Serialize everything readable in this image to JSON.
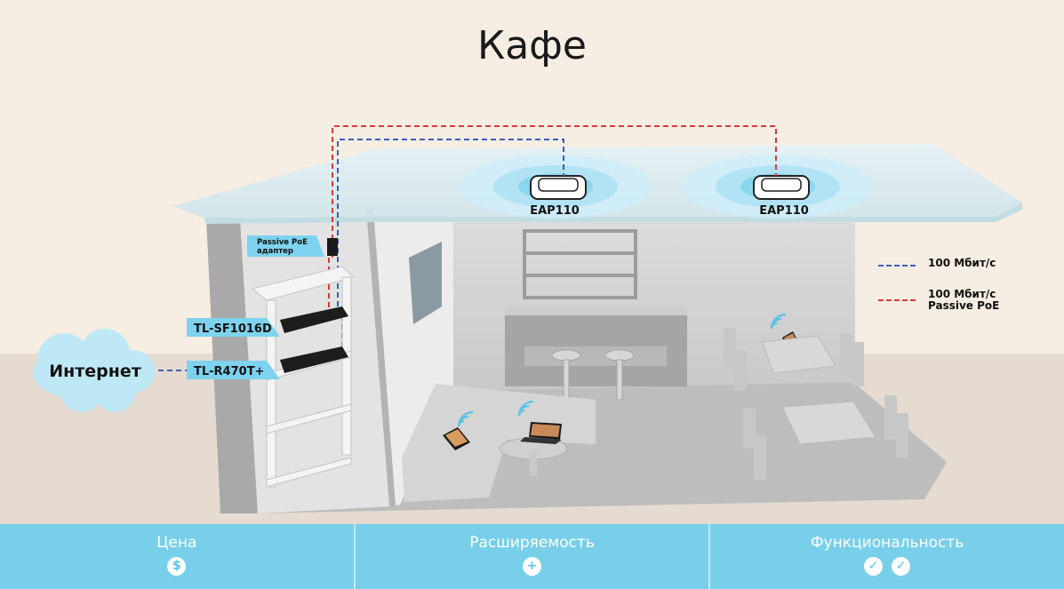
{
  "title": "Кафе",
  "devices": {
    "ap1_label": "EAP110",
    "ap2_label": "EAP110",
    "poe_adapter_label": "Passive PoE\nадаптер",
    "poe_line1": "Passive PoE",
    "poe_line2": "адаптер",
    "switch_label": "TL-SF1016D",
    "router_label": "TL-R470T+",
    "internet_label": "Интернет"
  },
  "legend": {
    "items": [
      {
        "label": "100 Мбит/с",
        "color": "#3a5db8"
      },
      {
        "label_line1": "100 Мбит/с",
        "label_line2": "Passive PoE",
        "color": "#d43a3a"
      }
    ]
  },
  "footer": {
    "columns": [
      {
        "label": "Цена",
        "icons": [
          "dollar-icon"
        ]
      },
      {
        "label": "Расширяемость",
        "icons": [
          "plus-icon"
        ]
      },
      {
        "label": "Функциональность",
        "icons": [
          "check-icon",
          "check-icon"
        ]
      }
    ]
  },
  "colors": {
    "blue_line": "#3a5db8",
    "red_line": "#d43a3a",
    "label_bg": "#7dd3ef",
    "footer_bg": "#78cfea",
    "wifi": "#5bc3e4"
  }
}
